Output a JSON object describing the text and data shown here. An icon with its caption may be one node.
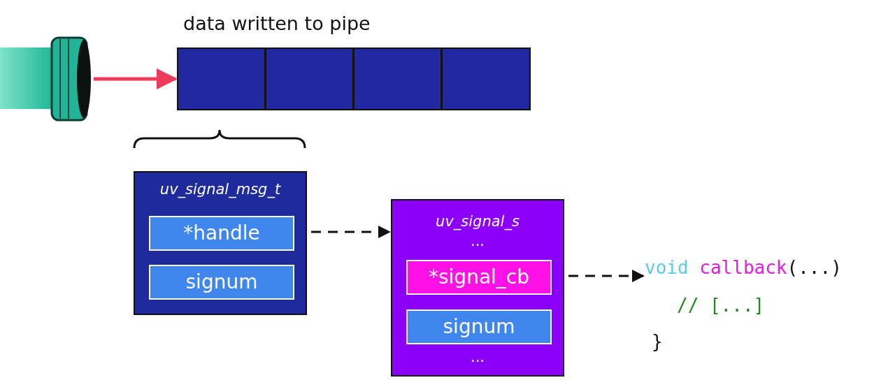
{
  "diagram": {
    "nodes": [
      {
        "text": [],
        "shape": "picture"
      },
      {
        "text": [
          "data written to pipe"
        ]
      },
      {
        "text": [],
        "shape": "box",
        "in": 1
      },
      {
        "text": [],
        "shape": "box",
        "in": 1
      },
      {
        "text": [],
        "shape": "box",
        "in": 1
      },
      {
        "text": [],
        "shape": "box",
        "in": 1
      },
      {
        "text": [
          "uv_signal_msg_t"
        ]
      },
      {
        "text": [
          "*handle"
        ],
        "in": 6
      },
      {
        "text": [
          "signum"
        ],
        "in": 6
      },
      {
        "text": [
          "uv_signal_s",
          "...",
          "..."
        ]
      },
      {
        "text": [
          "*signal_cb"
        ],
        "in": 9
      },
      {
        "text": [
          "signum"
        ],
        "in": 9
      },
      {
        "text": [
          "void callback(...)",
          "// [...]",
          "}"
        ]
      }
    ],
    "edges": [
      {
        "from": 0,
        "to": 1,
        "arrow": "to",
        "color": "#ee3b5b"
      },
      {
        "from": 7,
        "to": 9,
        "arrow": "to",
        "style": "dashed"
      },
      {
        "from": 10,
        "to": 12,
        "arrow": "to",
        "style": "dashed"
      }
    ]
  }
}
